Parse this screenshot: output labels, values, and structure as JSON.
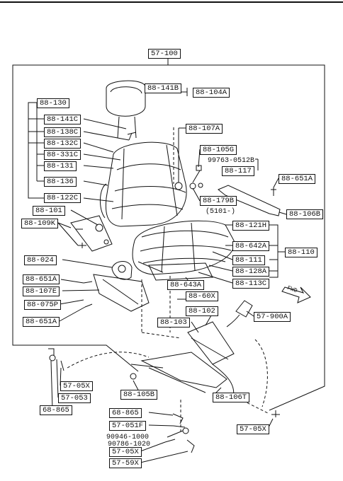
{
  "labels": {
    "l57_100": "57-100",
    "l88_141B": "88-141B",
    "l88_104A": "88-104A",
    "l88_130": "88-130",
    "l88_141C": "88-141C",
    "l88_138C": "88-138C",
    "l88_132C": "88-132C",
    "l88_331C": "88-331C",
    "l88_131": "88-131",
    "l88_136": "88-136",
    "l88_122C": "88-122C",
    "l88_107A": "88-107A",
    "l88_105G": "88-105G",
    "l88_117": "88-117",
    "l88_179B": "88-179B",
    "l88_651A_r": "88-651A",
    "l88_106B": "88-106B",
    "l88_101": "88-101",
    "l88_109K": "88-109K",
    "l88_121H": "88-121H",
    "l88_642A": "88-642A",
    "l88_110": "88-110",
    "l88_111": "88-111",
    "l88_128A": "88-128A",
    "l88_113C": "88-113C",
    "l88_024": "88-024",
    "l88_643A": "88-643A",
    "l88_651A_1": "88-651A",
    "l88_107E": "88-107E",
    "l88_075P": "88-075P",
    "l88_651A_2": "88-651A",
    "l88_60X": "88-60X",
    "l88_102": "88-102",
    "l88_103": "88-103",
    "l57_900A": "57-900A",
    "l57_05X_a": "57-05X",
    "l57_053": "57-053",
    "l68_865": "68-865",
    "l88_105B": "88-105B",
    "l88_106T": "88-106T",
    "l68_865_b": "68-865",
    "l57_051F": "57-051F",
    "l57_05X_b": "57-05X",
    "l57_05X_c": "57-05X",
    "l57_59X": "57-59X"
  },
  "plain": {
    "p_99763": "99763-0512B",
    "p_5101": "(5101-)",
    "p_90946": "90946-1000",
    "p_90786": "90786-1020",
    "p_fwd": "FWD"
  }
}
